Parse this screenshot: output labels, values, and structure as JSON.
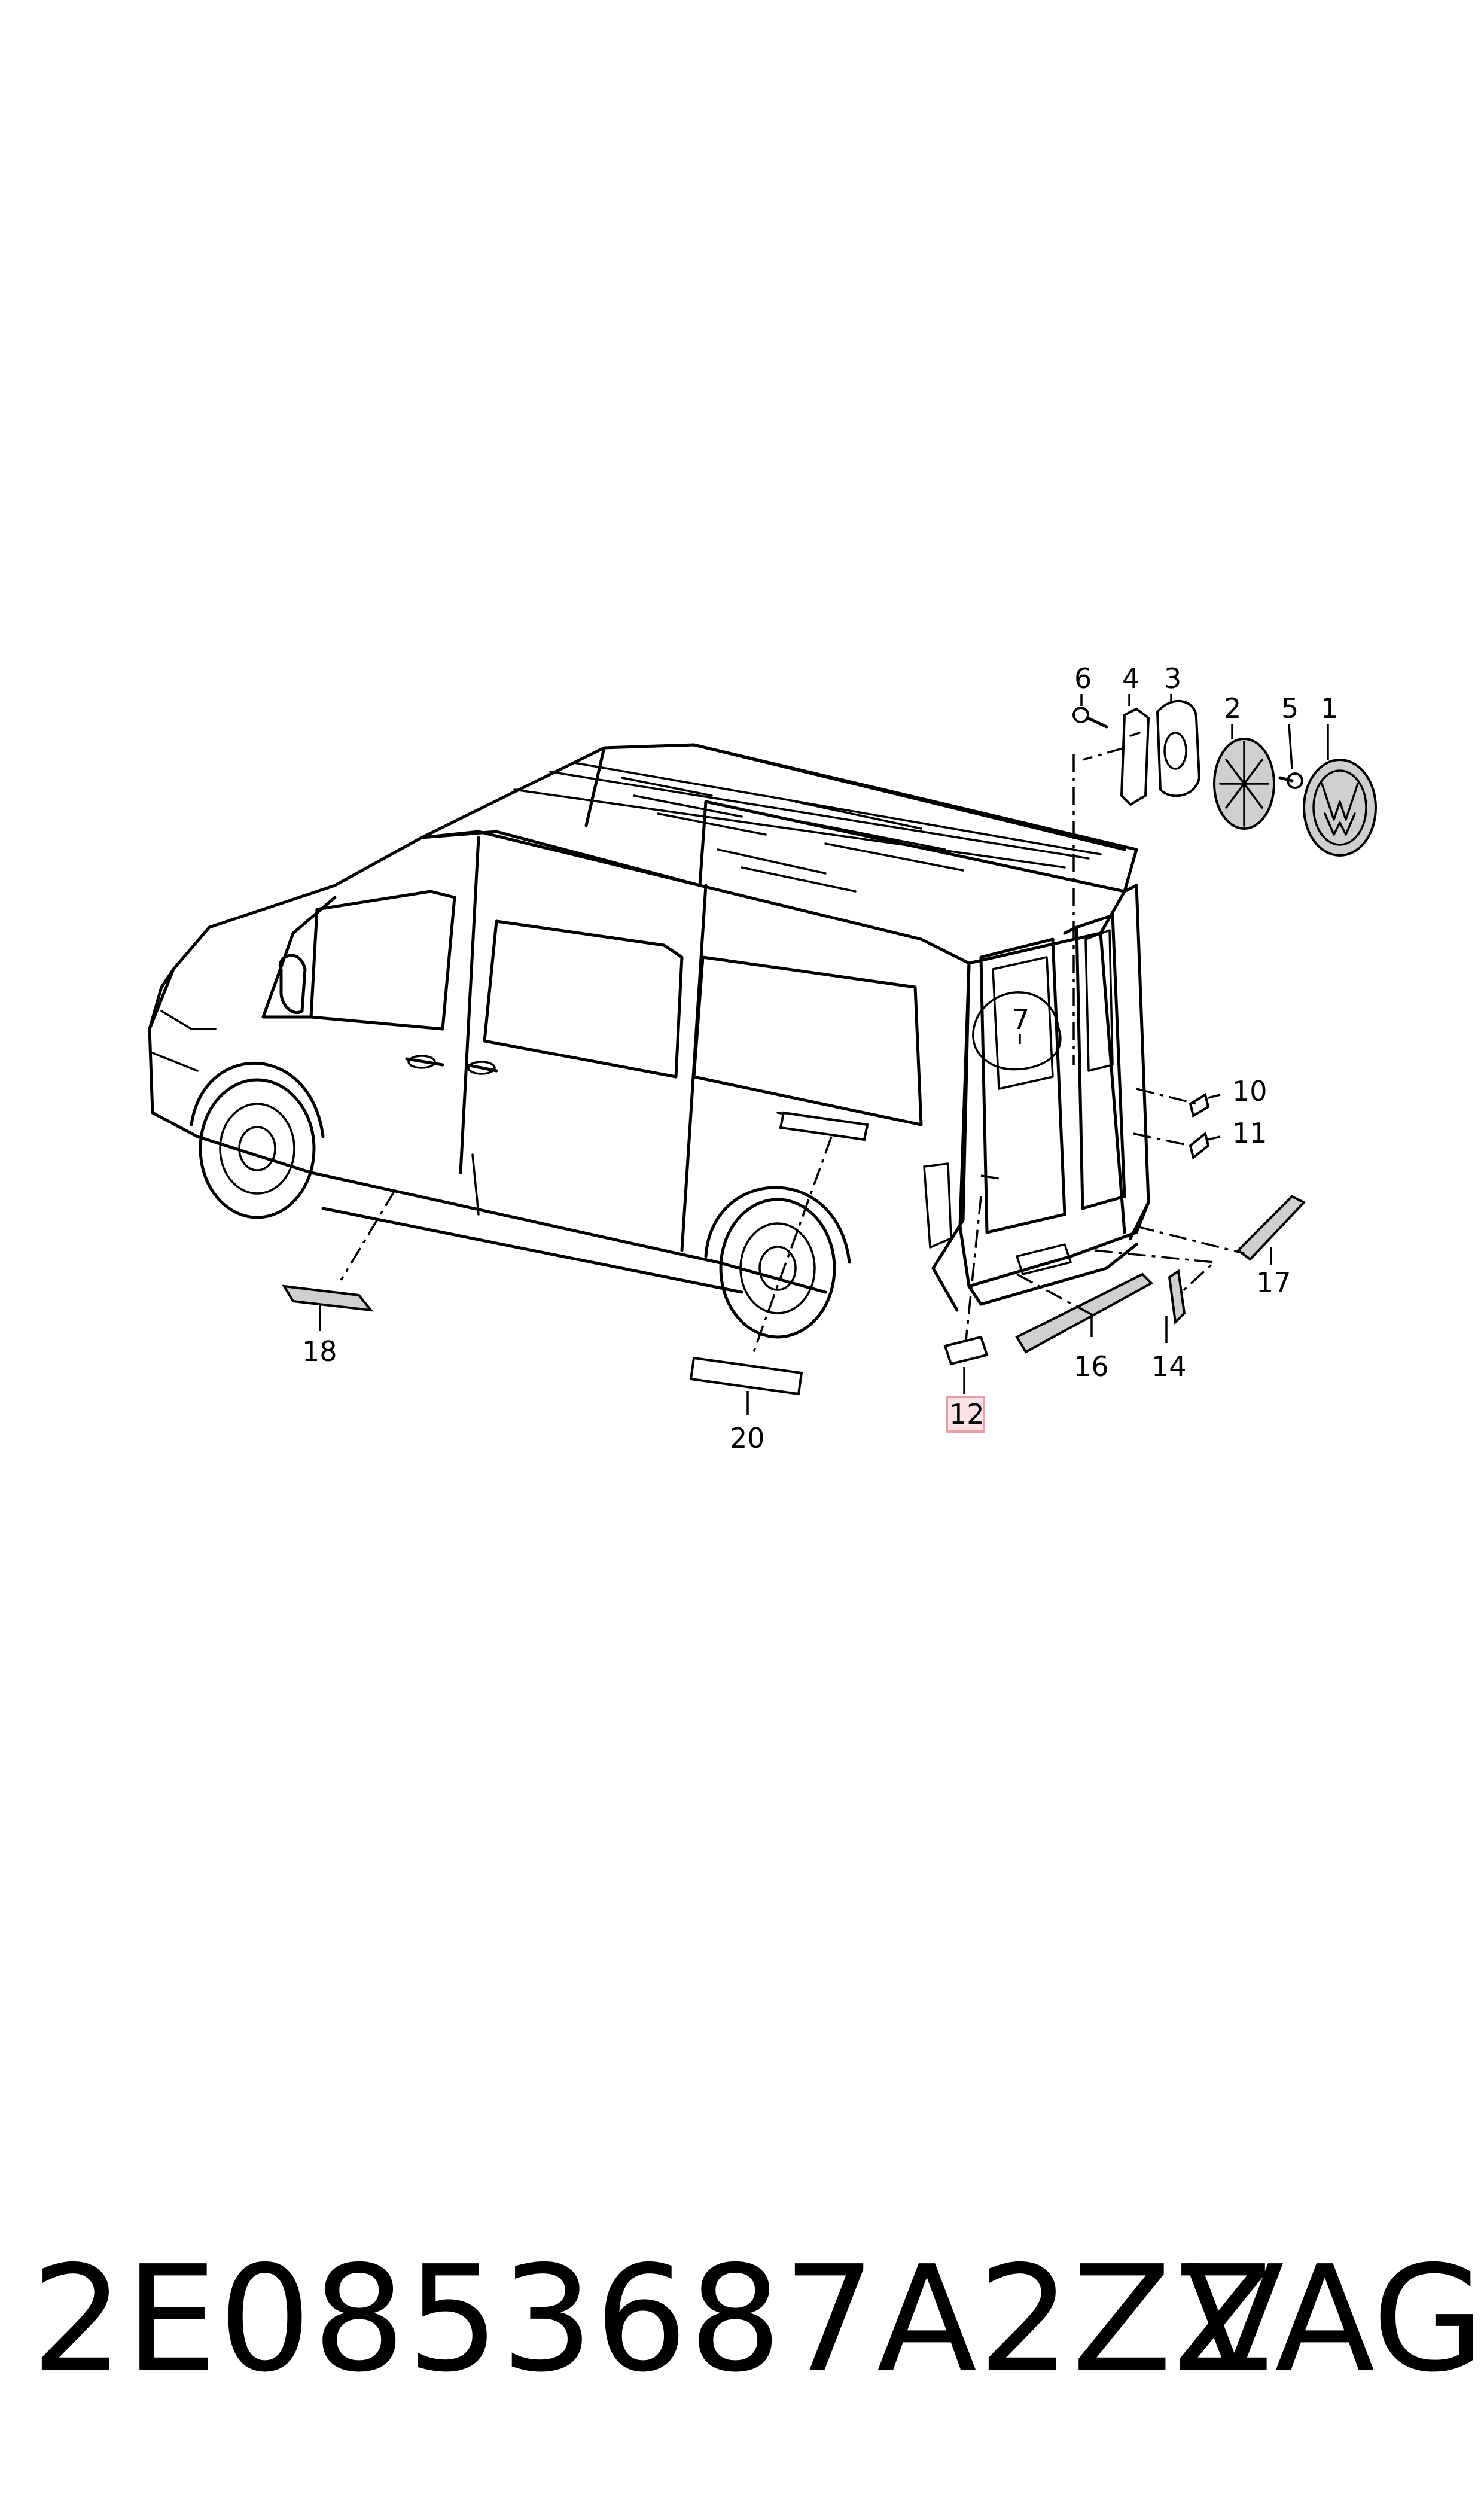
{
  "callouts": {
    "p1": "1",
    "p2": "2",
    "p3": "3",
    "p4": "4",
    "p5": "5",
    "p6": "6",
    "p7": "7",
    "p10": "10",
    "p11": "11",
    "p12": "12",
    "p14": "14",
    "p16": "16",
    "p17": "17",
    "p18": "18",
    "p20": "20"
  },
  "highlight": {
    "part": "12",
    "color": "#e8a0a6"
  },
  "footer": {
    "part_number": "2E0853687A2ZZ",
    "brand": "VAG"
  }
}
